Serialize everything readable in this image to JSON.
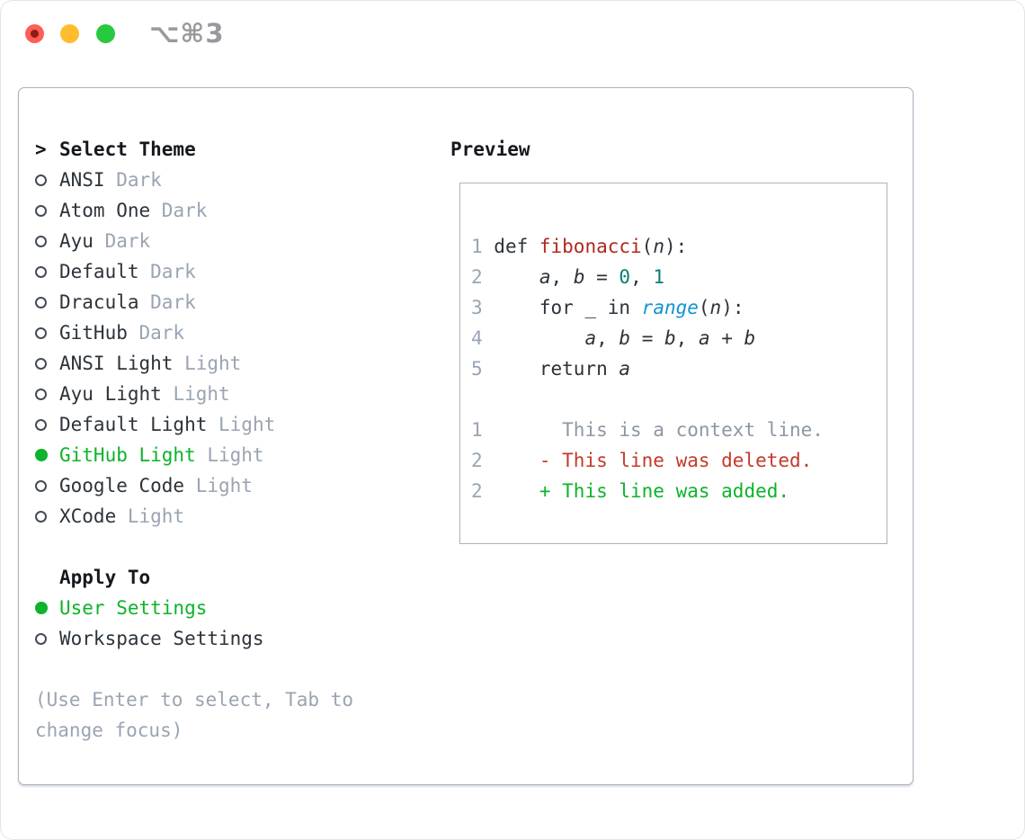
{
  "colors": {
    "accent_green": "#0db32a",
    "delete_red": "#c43a28",
    "func_red": "#ad2a1e",
    "num_teal": "#0b7d78",
    "builtin_blue": "#1193d4",
    "text": "#2c333a",
    "heading": "#15181d",
    "muted": "#9aa4b2",
    "ctx_gray": "#8d97a3",
    "border": "#a9b2c0",
    "title_gray": "#97999e",
    "light_red": "#ff5d55",
    "light_yellow": "#ffbd2d",
    "light_green": "#27c93f"
  },
  "window": {
    "title": "⌥⌘3",
    "controls": [
      {
        "name": "close",
        "icon": "traffic-light-close-icon"
      },
      {
        "name": "minimize",
        "icon": "traffic-light-minimize-icon"
      },
      {
        "name": "zoom",
        "icon": "traffic-light-zoom-icon"
      }
    ]
  },
  "theme_panel": {
    "header_marker": ">",
    "header": "Select Theme",
    "themes": [
      {
        "name": "ANSI",
        "variant": "Dark",
        "selected": false
      },
      {
        "name": "Atom One",
        "variant": "Dark",
        "selected": false
      },
      {
        "name": "Ayu",
        "variant": "Dark",
        "selected": false
      },
      {
        "name": "Default",
        "variant": "Dark",
        "selected": false
      },
      {
        "name": "Dracula",
        "variant": "Dark",
        "selected": false
      },
      {
        "name": "GitHub",
        "variant": "Dark",
        "selected": false
      },
      {
        "name": "ANSI Light",
        "variant": "Light",
        "selected": false
      },
      {
        "name": "Ayu Light",
        "variant": "Light",
        "selected": false
      },
      {
        "name": "Default Light",
        "variant": "Light",
        "selected": false
      },
      {
        "name": "GitHub Light",
        "variant": "Light",
        "selected": true
      },
      {
        "name": "Google Code",
        "variant": "Light",
        "selected": false
      },
      {
        "name": "XCode",
        "variant": "Light",
        "selected": false
      }
    ],
    "apply_to": {
      "header": "Apply To",
      "options": [
        {
          "name": "User Settings",
          "selected": true
        },
        {
          "name": "Workspace Settings",
          "selected": false
        }
      ]
    },
    "hint_lines": [
      "(Use Enter to select, Tab to",
      "change focus)"
    ]
  },
  "preview": {
    "header": "Preview",
    "lines": [
      [
        [
          "1 ",
          "ln"
        ],
        [
          "def ",
          "plain"
        ],
        [
          "fibonacci",
          "func"
        ],
        [
          "(",
          "plain"
        ],
        [
          "n",
          "var"
        ],
        [
          "):",
          "plain"
        ]
      ],
      [
        [
          "2 ",
          "ln"
        ],
        [
          "    ",
          "plain"
        ],
        [
          "a",
          "var"
        ],
        [
          ", ",
          "plain"
        ],
        [
          "b",
          "var"
        ],
        [
          " = ",
          "plain"
        ],
        [
          "0",
          "num"
        ],
        [
          ", ",
          "plain"
        ],
        [
          "1",
          "num"
        ]
      ],
      [
        [
          "3 ",
          "ln"
        ],
        [
          "    for _ in ",
          "plain"
        ],
        [
          "range",
          "builtin"
        ],
        [
          "(",
          "plain"
        ],
        [
          "n",
          "var"
        ],
        [
          "):",
          "plain"
        ]
      ],
      [
        [
          "4 ",
          "ln"
        ],
        [
          "        ",
          "plain"
        ],
        [
          "a",
          "var"
        ],
        [
          ", ",
          "plain"
        ],
        [
          "b",
          "var"
        ],
        [
          " = ",
          "plain"
        ],
        [
          "b",
          "var"
        ],
        [
          ", ",
          "plain"
        ],
        [
          "a",
          "var"
        ],
        [
          " + ",
          "plain"
        ],
        [
          "b",
          "var"
        ]
      ],
      [
        [
          "5 ",
          "ln"
        ],
        [
          "    return ",
          "plain"
        ],
        [
          "a",
          "var"
        ]
      ],
      [],
      [
        [
          "1",
          "ln"
        ],
        [
          "       This is a context line.",
          "ctx"
        ]
      ],
      [
        [
          "2",
          "ln"
        ],
        [
          "     ",
          "plain"
        ],
        [
          "- This line was deleted.",
          "del"
        ]
      ],
      [
        [
          "2",
          "ln"
        ],
        [
          "     ",
          "plain"
        ],
        [
          "+ This line was added.",
          "add"
        ]
      ]
    ]
  }
}
